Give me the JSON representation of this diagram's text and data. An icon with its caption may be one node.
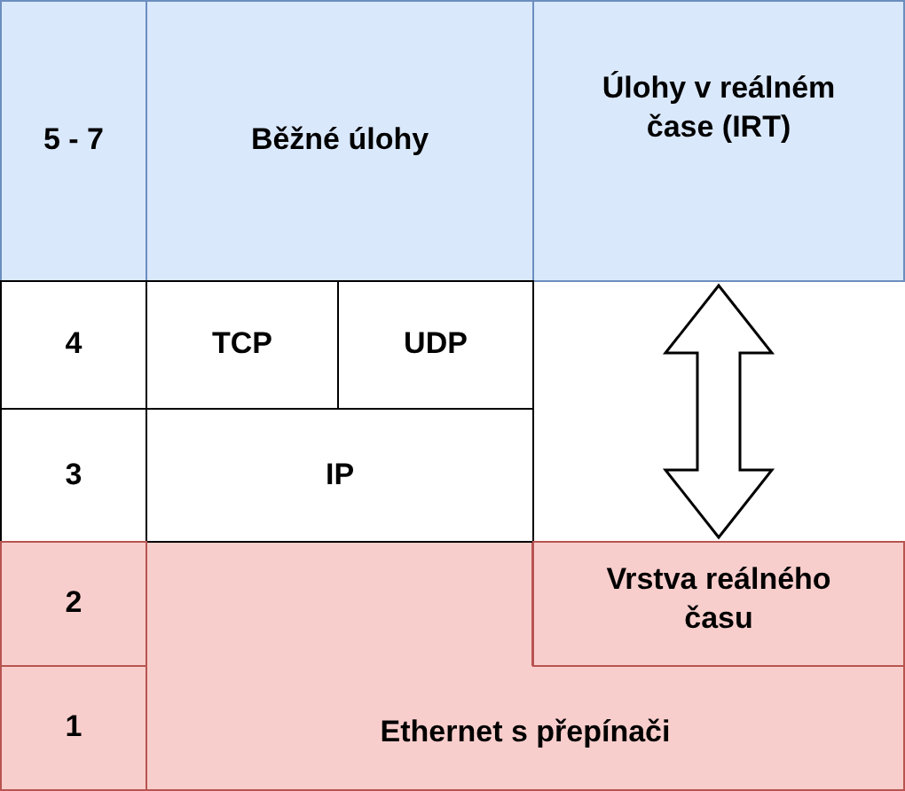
{
  "diagram": {
    "nodes": [
      {
        "text": [
          "5 - 7"
        ]
      },
      {
        "text": [
          "Běžné úlohy"
        ]
      },
      {
        "text": [
          "Úlohy v reálném čase (IRT)"
        ]
      },
      {
        "text": [
          "4"
        ]
      },
      {
        "text": [
          "TCP"
        ]
      },
      {
        "text": [
          "UDP"
        ]
      },
      {
        "text": [
          "3"
        ]
      },
      {
        "text": [
          "IP"
        ]
      },
      {
        "text": [
          "2"
        ]
      },
      {
        "text": [
          "Vrstva reálného času"
        ]
      },
      {
        "text": [
          "1"
        ]
      },
      {
        "text": [
          "Ethernet s přepínači"
        ]
      }
    ],
    "edges": [
      {
        "from": 2,
        "to": 9,
        "arrow": "both"
      }
    ]
  }
}
